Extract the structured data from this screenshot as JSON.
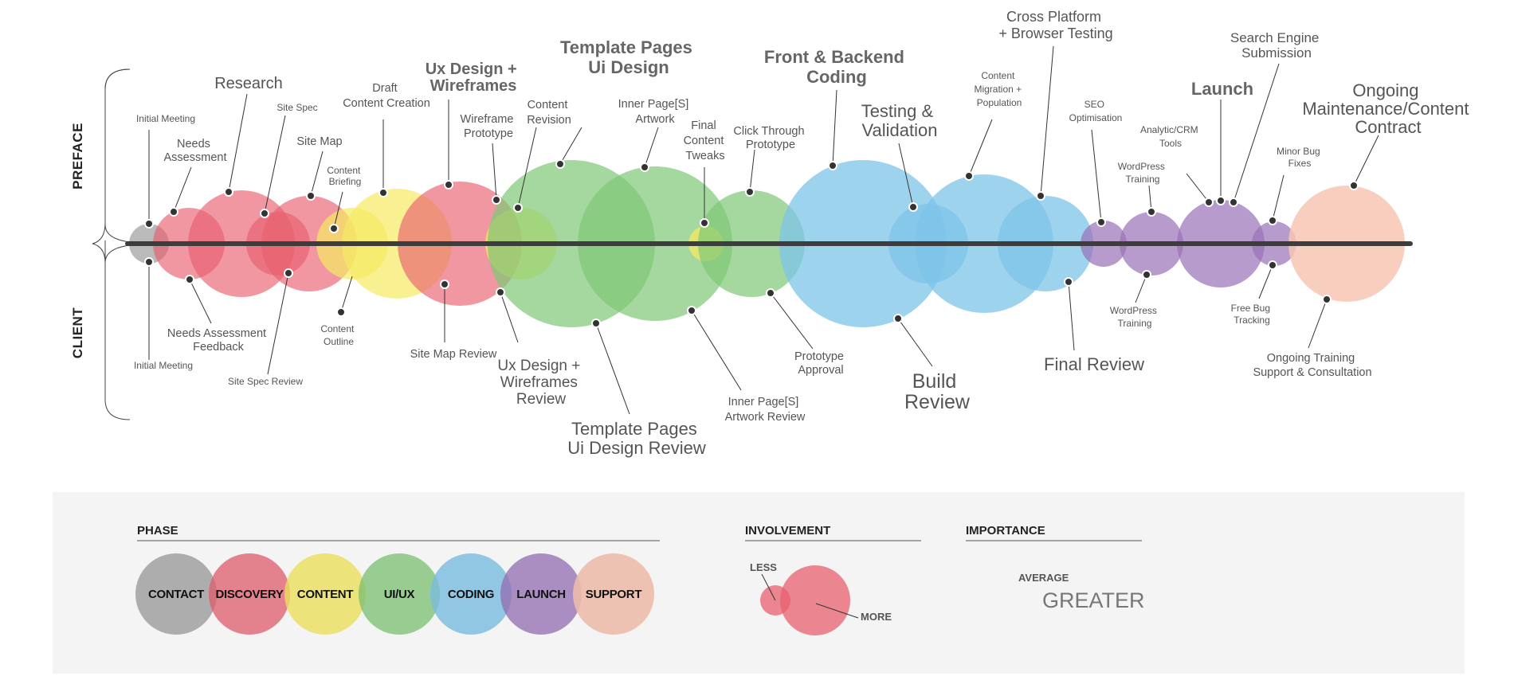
{
  "sides": {
    "top": "PREFACE",
    "bottom": "CLIENT"
  },
  "labels": {
    "initial_meeting_top": "Initial Meeting",
    "needs_assessment": [
      "Needs",
      "Assessment"
    ],
    "research": "Research",
    "site_spec": "Site Spec",
    "site_map": "Site Map",
    "content_briefing": [
      "Content",
      "Briefing"
    ],
    "draft_content_creation": [
      "Draft",
      "Content Creation"
    ],
    "ux_design_wireframes": [
      "Ux Design +",
      "Wireframes"
    ],
    "wireframe_prototype": [
      "Wireframe",
      "Prototype"
    ],
    "content_revision": [
      "Content",
      "Revision"
    ],
    "template_pages_ui_design": [
      "Template Pages",
      "Ui Design"
    ],
    "inner_pages_artwork": [
      "Inner Page[S]",
      "Artwork"
    ],
    "final_content_tweaks": [
      "Final",
      "Content",
      "Tweaks"
    ],
    "click_through_prototype": [
      "Click Through",
      "Prototype"
    ],
    "front_backend_coding": [
      "Front & Backend",
      "Coding"
    ],
    "testing_validation": [
      "Testing &",
      "Validation"
    ],
    "content_migration_population": [
      "Content",
      "Migration +",
      "Population"
    ],
    "cross_platform_browser_testing": [
      "Cross Platform",
      "+ Browser Testing"
    ],
    "seo_optimisation": [
      "SEO",
      "Optimisation"
    ],
    "wordpress_training_top": [
      "WordPress",
      "Training"
    ],
    "analytic_crm_tools": [
      "Analytic/CRM",
      "Tools"
    ],
    "launch": "Launch",
    "search_engine_submission": [
      "Search Engine",
      "Submission"
    ],
    "minor_bug_fixes": [
      "Minor Bug",
      "Fixes"
    ],
    "ongoing_maintenance": [
      "Ongoing",
      "Maintenance/Content",
      "Contract"
    ],
    "initial_meeting_bottom": "Initial Meeting",
    "needs_assessment_feedback": [
      "Needs Assessment",
      "Feedback"
    ],
    "site_spec_review": "Site Spec Review",
    "content_outline": [
      "Content",
      "Outline"
    ],
    "site_map_review": "Site Map Review",
    "ux_design_wireframes_review": [
      "Ux Design +",
      "Wireframes",
      "Review"
    ],
    "template_pages_ui_design_review": [
      "Template Pages",
      "Ui Design Review"
    ],
    "inner_pages_artwork_review": [
      "Inner Page[S]",
      "Artwork Review"
    ],
    "prototype_approval": [
      "Prototype",
      "Approval"
    ],
    "build_review": [
      "Build",
      "Review"
    ],
    "final_review": "Final Review",
    "wordpress_training_bottom": [
      "WordPress",
      "Training"
    ],
    "free_bug_tracking": [
      "Free Bug",
      "Tracking"
    ],
    "ongoing_training_support": [
      "Ongoing Training",
      "Support & Consultation"
    ]
  },
  "legend": {
    "phase_title": "PHASE",
    "involvement_title": "INVOLVEMENT",
    "importance_title": "IMPORTANCE",
    "phases": [
      {
        "label": "CONTACT",
        "color": "#a3a3a3"
      },
      {
        "label": "DISCOVERY",
        "color": "#e8606f"
      },
      {
        "label": "CONTENT",
        "color": "#f5ea62"
      },
      {
        "label": "UI/UX",
        "color": "#7fc776"
      },
      {
        "label": "CODING",
        "color": "#7ec4e8"
      },
      {
        "label": "LAUNCH",
        "color": "#9a70b8"
      },
      {
        "label": "SUPPORT",
        "color": "#f7c5b4"
      }
    ],
    "less": "LESS",
    "more": "MORE",
    "average": "AVERAGE",
    "greater": "GREATER"
  },
  "colors": {
    "contact": "#a3a3a3",
    "discovery": "#e8606f",
    "content": "#f5ea62",
    "uiux": "#7fc776",
    "coding": "#7ec4e8",
    "launch": "#9a70b8",
    "support": "#f7c5b4",
    "axis": "#3d3d3d",
    "legend_bg": "#f4f4f4"
  }
}
